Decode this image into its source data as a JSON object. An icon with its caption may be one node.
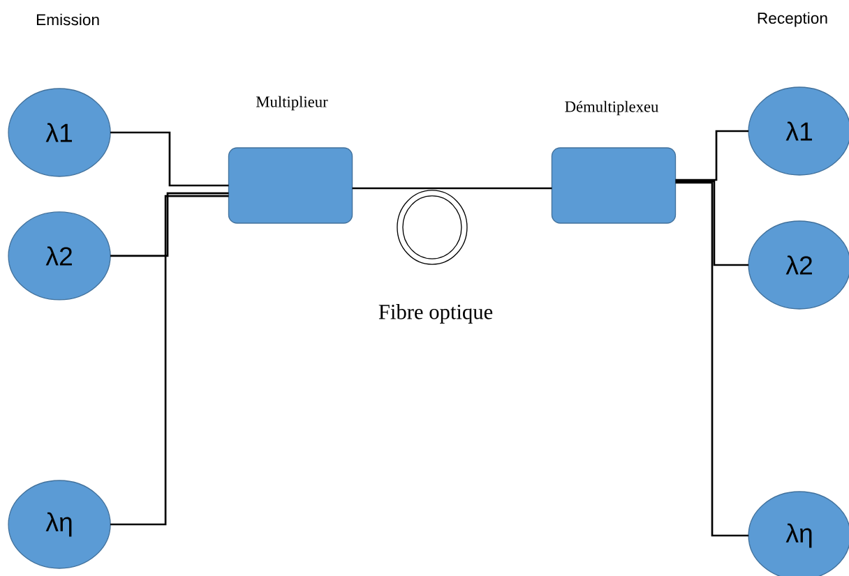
{
  "diagram": {
    "nodes": [
      {
        "text": [
          "λ1"
        ]
      },
      {
        "text": [
          "λ2"
        ]
      },
      {
        "text": [
          "λη"
        ]
      },
      {
        "text": [],
        "shape": "box",
        "beside": [
          "Multiplieur"
        ]
      },
      {
        "text": [],
        "shape": "box",
        "beside": [
          "Démultiplexeu"
        ]
      },
      {
        "text": [
          "λ1"
        ]
      },
      {
        "text": [
          "λ2"
        ]
      },
      {
        "text": [
          "λη"
        ]
      }
    ],
    "edges": [
      {
        "from": 0,
        "to": 3,
        "arrow": "none"
      },
      {
        "from": 1,
        "to": 3,
        "arrow": "none"
      },
      {
        "from": 2,
        "to": 3,
        "arrow": "none"
      },
      {
        "from": 3,
        "to": 4,
        "arrow": "none"
      },
      {
        "from": 4,
        "to": 5,
        "arrow": "none"
      },
      {
        "from": 4,
        "to": 6,
        "arrow": "none"
      },
      {
        "from": 4,
        "to": 7,
        "arrow": "none"
      }
    ],
    "labels": [
      "Emission",
      "Reception",
      "Fibre optique"
    ]
  }
}
